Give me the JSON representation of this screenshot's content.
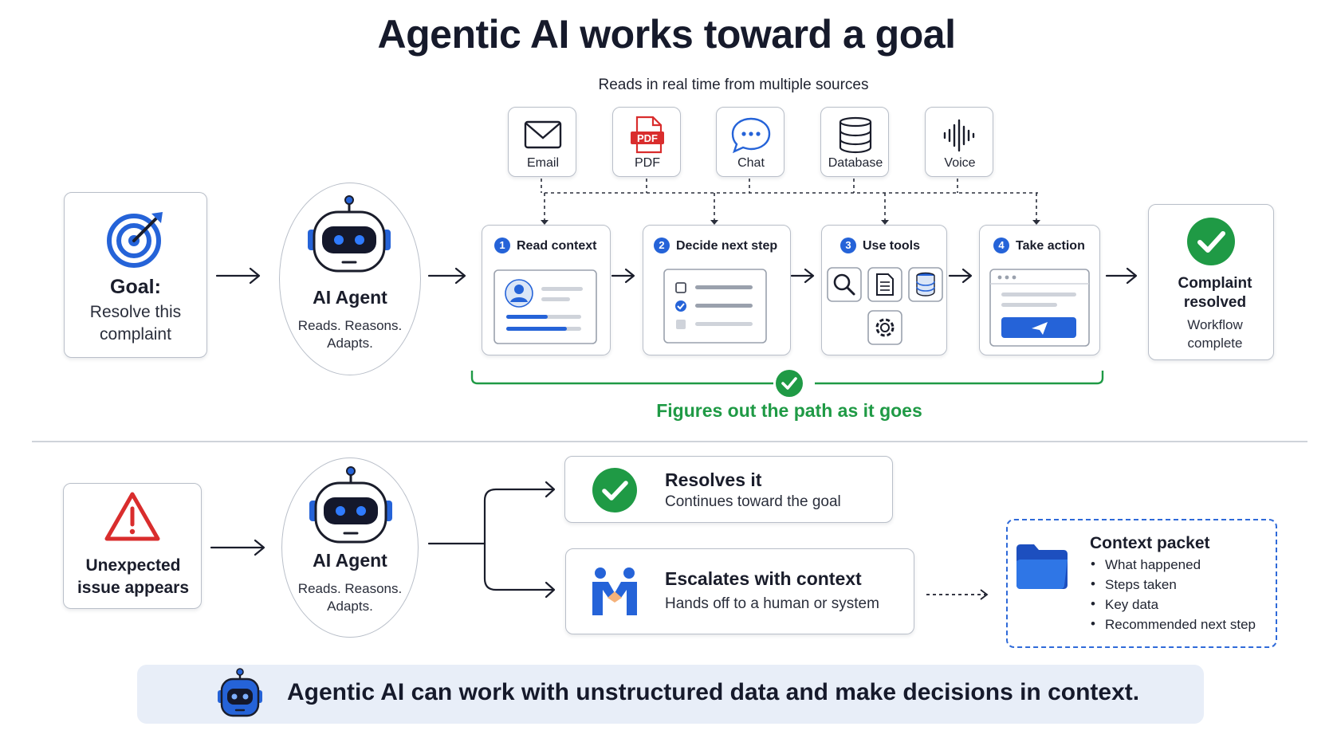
{
  "title": "Agentic AI works toward a goal",
  "sources": {
    "heading": "Reads in real time from multiple sources",
    "items": [
      {
        "label": "Email",
        "icon": "email-icon"
      },
      {
        "label": "PDF",
        "icon": "pdf-icon",
        "badge": "PDF"
      },
      {
        "label": "Chat",
        "icon": "chat-icon"
      },
      {
        "label": "Database",
        "icon": "database-icon"
      },
      {
        "label": "Voice",
        "icon": "voice-icon"
      }
    ]
  },
  "goal": {
    "title": "Goal:",
    "text_line1": "Resolve this",
    "text_line2": "complaint",
    "icon": "target-icon"
  },
  "agent": {
    "name": "AI Agent",
    "sub_line1": "Reads. Reasons.",
    "sub_line2": "Adapts.",
    "icon": "robot-icon"
  },
  "steps": [
    {
      "number": "1",
      "label": "Read context",
      "icon": "profile-card-icon"
    },
    {
      "number": "2",
      "label": "Decide next step",
      "icon": "checklist-icon"
    },
    {
      "number": "3",
      "label": "Use tools",
      "icon": "tools-icon"
    },
    {
      "number": "4",
      "label": "Take action",
      "icon": "send-window-icon"
    }
  ],
  "outcome": {
    "title_line1": "Complaint",
    "title_line2": "resolved",
    "sub_line1": "Workflow",
    "sub_line2": "complete",
    "icon": "check-circle-icon"
  },
  "path_caption": "Figures out the path as it goes",
  "issue": {
    "line1": "Unexpected",
    "line2": "issue appears",
    "icon": "warning-icon"
  },
  "branches": {
    "resolve": {
      "title": "Resolves it",
      "sub": "Continues toward the goal",
      "icon": "check-circle-icon"
    },
    "escalate": {
      "title": "Escalates with context",
      "sub": "Hands off to a human or system",
      "icon": "handshake-icon"
    }
  },
  "packet": {
    "title": "Context packet",
    "icon": "folder-icon",
    "items": [
      "What happened",
      "Steps taken",
      "Key data",
      "Recommended next step"
    ]
  },
  "banner": {
    "text": "Agentic AI can work with unstructured data and make decisions in context.",
    "icon": "robot-icon"
  },
  "colors": {
    "accent_blue": "#2563d8",
    "success_green": "#1f9a45",
    "warning_red": "#d92d2d",
    "text_dark": "#161a2b",
    "banner_bg": "#e8eef8"
  }
}
